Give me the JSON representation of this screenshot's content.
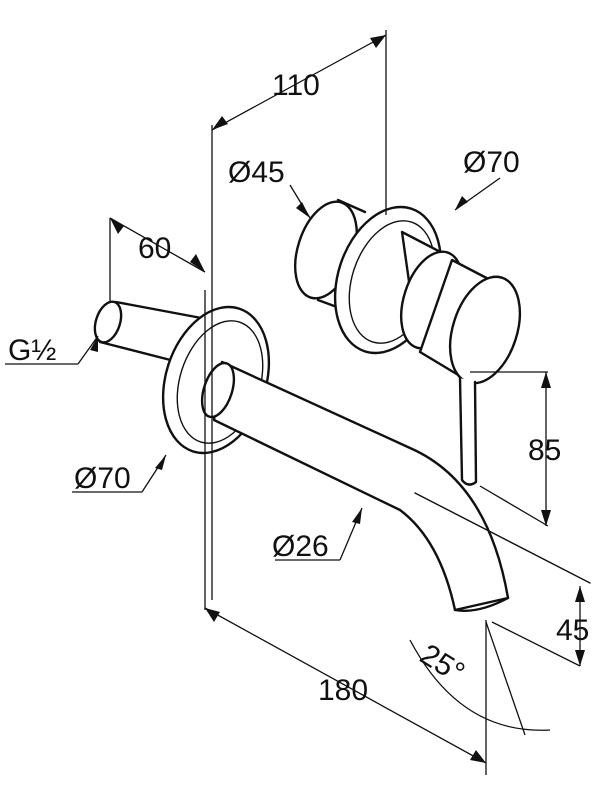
{
  "dimensions": {
    "top_length": "110",
    "handle_diameter": "Ø45",
    "rosette_diameter_top": "Ø70",
    "pipe_offset": "60",
    "thread": "G½",
    "rosette_diameter_bottom": "Ø70",
    "spout_diameter": "Ø26",
    "lever_height": "85",
    "spout_tip_height": "45",
    "spout_angle": "25°",
    "spout_length": "180"
  }
}
